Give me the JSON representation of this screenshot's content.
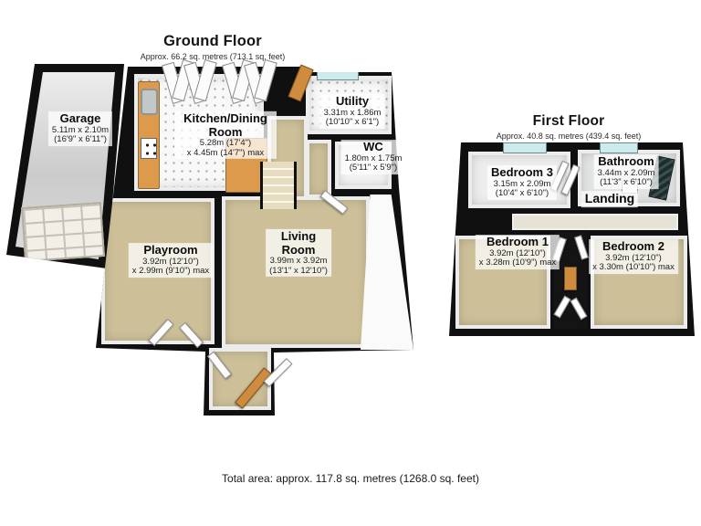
{
  "ground_floor": {
    "title": "Ground Floor",
    "subtitle": "Approx. 66.2 sq. metres (713.1 sq. feet)",
    "rooms": {
      "garage": {
        "name": "Garage",
        "dim1": "5.11m x 2.10m",
        "dim2": "(16'9\" x 6'11\")"
      },
      "kitchen": {
        "name": "Kitchen/Dining Room",
        "dim1": "5.28m (17'4\")",
        "dim2": "x 4.45m (14'7\") max"
      },
      "utility": {
        "name": "Utility",
        "dim1": "3.31m x 1.86m",
        "dim2": "(10'10\" x 6'1\")"
      },
      "wc": {
        "name": "WC",
        "dim1": "1.80m x 1.75m",
        "dim2": "(5'11\" x 5'9\")"
      },
      "playroom": {
        "name": "Playroom",
        "dim1": "3.92m (12'10\")",
        "dim2": "x 2.99m (9'10\") max"
      },
      "living": {
        "name": "Living Room",
        "dim1": "3.99m x 3.92m",
        "dim2": "(13'1\" x 12'10\")"
      }
    }
  },
  "first_floor": {
    "title": "First Floor",
    "subtitle": "Approx. 40.8 sq. metres (439.4 sq. feet)",
    "rooms": {
      "bedroom3": {
        "name": "Bedroom 3",
        "dim1": "3.15m x 2.09m",
        "dim2": "(10'4\" x 6'10\")"
      },
      "bathroom": {
        "name": "Bathroom",
        "dim1": "3.44m x 2.09m",
        "dim2": "(11'3\" x 6'10\")"
      },
      "landing": {
        "name": "Landing"
      },
      "bedroom1": {
        "name": "Bedroom 1",
        "dim1": "3.92m (12'10\")",
        "dim2": "x 3.28m (10'9\") max"
      },
      "bedroom2": {
        "name": "Bedroom 2",
        "dim1": "3.92m (12'10\")",
        "dim2": "x 3.30m (10'10\") max"
      }
    }
  },
  "footer": {
    "total_area": "Total area: approx. 117.8 sq. metres (1268.0 sq. feet)"
  },
  "colors": {
    "wall": "#101010",
    "carpet": "#cdc099",
    "hard_floor": "#f8f8f8",
    "garage_floor": "#d9d9d9",
    "counter_wood": "#dd9a4c",
    "window_glass": "#cdeaec"
  }
}
